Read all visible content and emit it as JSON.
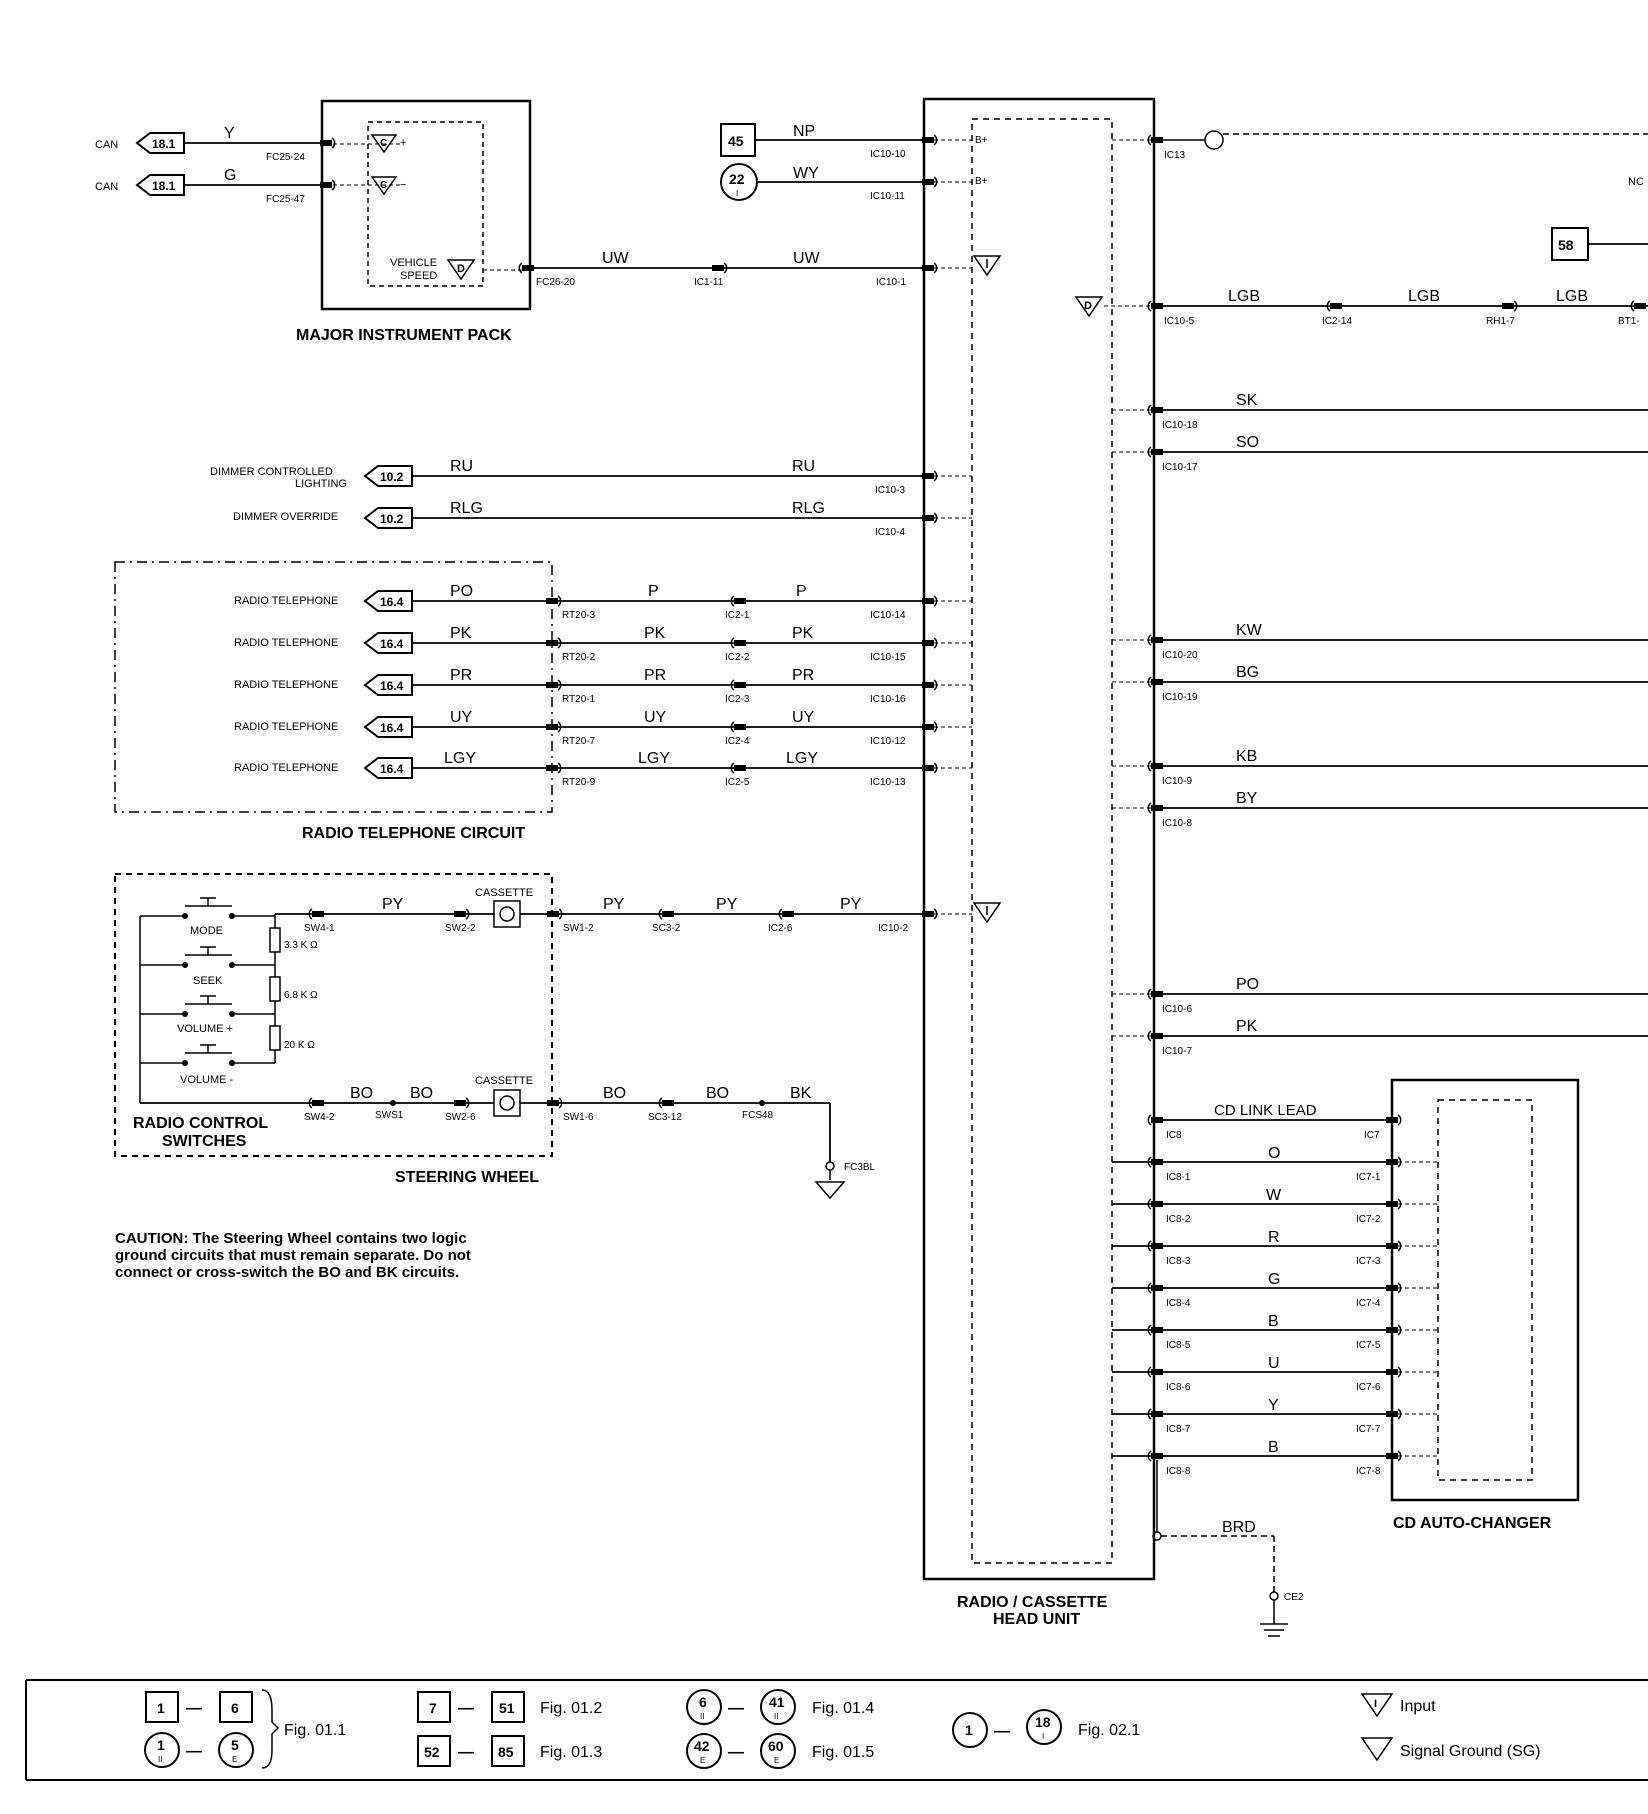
{
  "components": {
    "instrument_pack": "MAJOR INSTRUMENT PACK",
    "radio_tel_circuit": "RADIO TELEPHONE CIRCUIT",
    "radio_control_switches_1": "RADIO CONTROL",
    "radio_control_switches_2": "SWITCHES",
    "steering_wheel": "STEERING WHEEL",
    "head_unit_1": "RADIO / CASSETTE",
    "head_unit_2": "HEAD UNIT",
    "cd_changer": "CD AUTO-CHANGER",
    "vehicle_speed_1": "VEHICLE",
    "vehicle_speed_2": "SPEED",
    "cassette": "CASSETTE",
    "cd_link_lead": "CD LINK LEAD",
    "nc": "NC"
  },
  "caution": [
    "CAUTION:  The Steering Wheel contains two logic",
    "ground circuits that must remain separate.  Do not",
    "connect or cross-switch the BO and BK circuits."
  ],
  "can": [
    {
      "label": "CAN",
      "ref": "18.1",
      "wire": "Y",
      "conn": "FC25-24"
    },
    {
      "label": "CAN",
      "ref": "18.1",
      "wire": "G",
      "conn": "FC25-47"
    }
  ],
  "pack": {
    "conn_out": "FC26-20",
    "wire1": "UW",
    "splice": "IC1-11",
    "wire2": "UW",
    "in_pin": "IC10-1"
  },
  "power": [
    {
      "box": "45",
      "wire": "NP",
      "pin": "IC10-10",
      "tag": "B+"
    },
    {
      "circle": "22",
      "sub": "I",
      "wire": "WY",
      "pin": "IC10-11",
      "tag": "B+"
    }
  ],
  "dimmer": [
    {
      "label1": "DIMMER CONTROLLED",
      "label2": "LIGHTING",
      "ref": "10.2",
      "w1": "RU",
      "w2": "RU",
      "pin": "IC10-3"
    },
    {
      "label1": "DIMMER OVERRIDE",
      "label2": "",
      "ref": "10.2",
      "w1": "RLG",
      "w2": "RLG",
      "pin": "IC10-4"
    }
  ],
  "telephone": [
    {
      "label": "RADIO TELEPHONE",
      "ref": "16.4",
      "w1": "PO",
      "rt": "RT20-3",
      "w2": "P",
      "ic": "IC2-1",
      "w3": "P",
      "pin": "IC10-14"
    },
    {
      "label": "RADIO TELEPHONE",
      "ref": "16.4",
      "w1": "PK",
      "rt": "RT20-2",
      "w2": "PK",
      "ic": "IC2-2",
      "w3": "PK",
      "pin": "IC10-15"
    },
    {
      "label": "RADIO TELEPHONE",
      "ref": "16.4",
      "w1": "PR",
      "rt": "RT20-1",
      "w2": "PR",
      "ic": "IC2-3",
      "w3": "PR",
      "pin": "IC10-16"
    },
    {
      "label": "RADIO TELEPHONE",
      "ref": "16.4",
      "w1": "UY",
      "rt": "RT20-7",
      "w2": "UY",
      "ic": "IC2-4",
      "w3": "UY",
      "pin": "IC10-12"
    },
    {
      "label": "RADIO TELEPHONE",
      "ref": "16.4",
      "w1": "LGY",
      "rt": "RT20-9",
      "w2": "LGY",
      "ic": "IC2-5",
      "w3": "LGY",
      "pin": "IC10-13"
    }
  ],
  "switches": {
    "names": [
      "MODE",
      "SEEK",
      "VOLUME +",
      "VOLUME -"
    ],
    "resistors": [
      "3.3 K Ω",
      "6.8 K Ω",
      "20 K Ω"
    ],
    "py": {
      "sw41": "SW4-1",
      "w1": "PY",
      "sw22": "SW2-2",
      "sw12": "SW1-2",
      "w2": "PY",
      "sc32": "SC3-2",
      "w3": "PY",
      "ic26": "IC2-6",
      "w4": "PY",
      "pin": "IC10-2"
    },
    "bo": {
      "sw42": "SW4-2",
      "w1": "BO",
      "sws1": "SWS1",
      "w2": "BO",
      "sw26": "SW2-6",
      "sw16": "SW1-6",
      "w3": "BO",
      "sc312": "SC3-12",
      "w4": "BO",
      "fcs48": "FCS48",
      "w5": "BK",
      "ground": "FC3BL"
    }
  },
  "right_pins": {
    "ic13": "IC13",
    "lgb": {
      "pin": "IC10-5",
      "w1": "LGB",
      "c1": "IC2-14",
      "w2": "LGB",
      "c2": "RH1-7",
      "w3": "LGB",
      "c3": "BT1-"
    },
    "box58": "58",
    "wires": [
      {
        "w": "SK",
        "pin": "IC10-18"
      },
      {
        "w": "SO",
        "pin": "IC10-17"
      },
      {
        "w": "KW",
        "pin": "IC10-20"
      },
      {
        "w": "BG",
        "pin": "IC10-19"
      },
      {
        "w": "KB",
        "pin": "IC10-9"
      },
      {
        "w": "BY",
        "pin": "IC10-8"
      },
      {
        "w": "PO",
        "pin": "IC10-6"
      },
      {
        "w": "PK",
        "pin": "IC10-7"
      }
    ]
  },
  "cd": [
    {
      "w": "",
      "l": "IC8",
      "r": "IC7"
    },
    {
      "w": "O",
      "l": "IC8-1",
      "r": "IC7-1"
    },
    {
      "w": "W",
      "l": "IC8-2",
      "r": "IC7-2"
    },
    {
      "w": "R",
      "l": "IC8-3",
      "r": "IC7-3"
    },
    {
      "w": "G",
      "l": "IC8-4",
      "r": "IC7-4"
    },
    {
      "w": "B",
      "l": "IC8-5",
      "r": "IC7-5"
    },
    {
      "w": "U",
      "l": "IC8-6",
      "r": "IC7-6"
    },
    {
      "w": "Y",
      "l": "IC8-7",
      "r": "IC7-7"
    },
    {
      "w": "B",
      "l": "IC8-8",
      "r": "IC7-8"
    }
  ],
  "ground": {
    "wire": "BRD",
    "conn": "CE2"
  },
  "legend": {
    "g1": {
      "a": "1",
      "b": "6",
      "c": "1",
      "cs": "II",
      "d": "5",
      "ds": "E",
      "fig": "Fig. 01.1"
    },
    "g2": {
      "a": "7",
      "b": "51",
      "fig": "Fig. 01.2"
    },
    "g3": {
      "a": "52",
      "b": "85",
      "fig": "Fig. 01.3"
    },
    "g4": {
      "a": "6",
      "as": "II",
      "b": "41",
      "bs": "II",
      "fig": "Fig. 01.4"
    },
    "g5": {
      "a": "42",
      "as": "E",
      "b": "60",
      "bs": "E",
      "fig": "Fig. 01.5"
    },
    "g6": {
      "a": "1",
      "b": "18",
      "bs": "I",
      "fig": "Fig. 02.1"
    },
    "input": "Input",
    "sg": "Signal Ground (SG)",
    "input_sym": "I",
    "dash": "—"
  }
}
